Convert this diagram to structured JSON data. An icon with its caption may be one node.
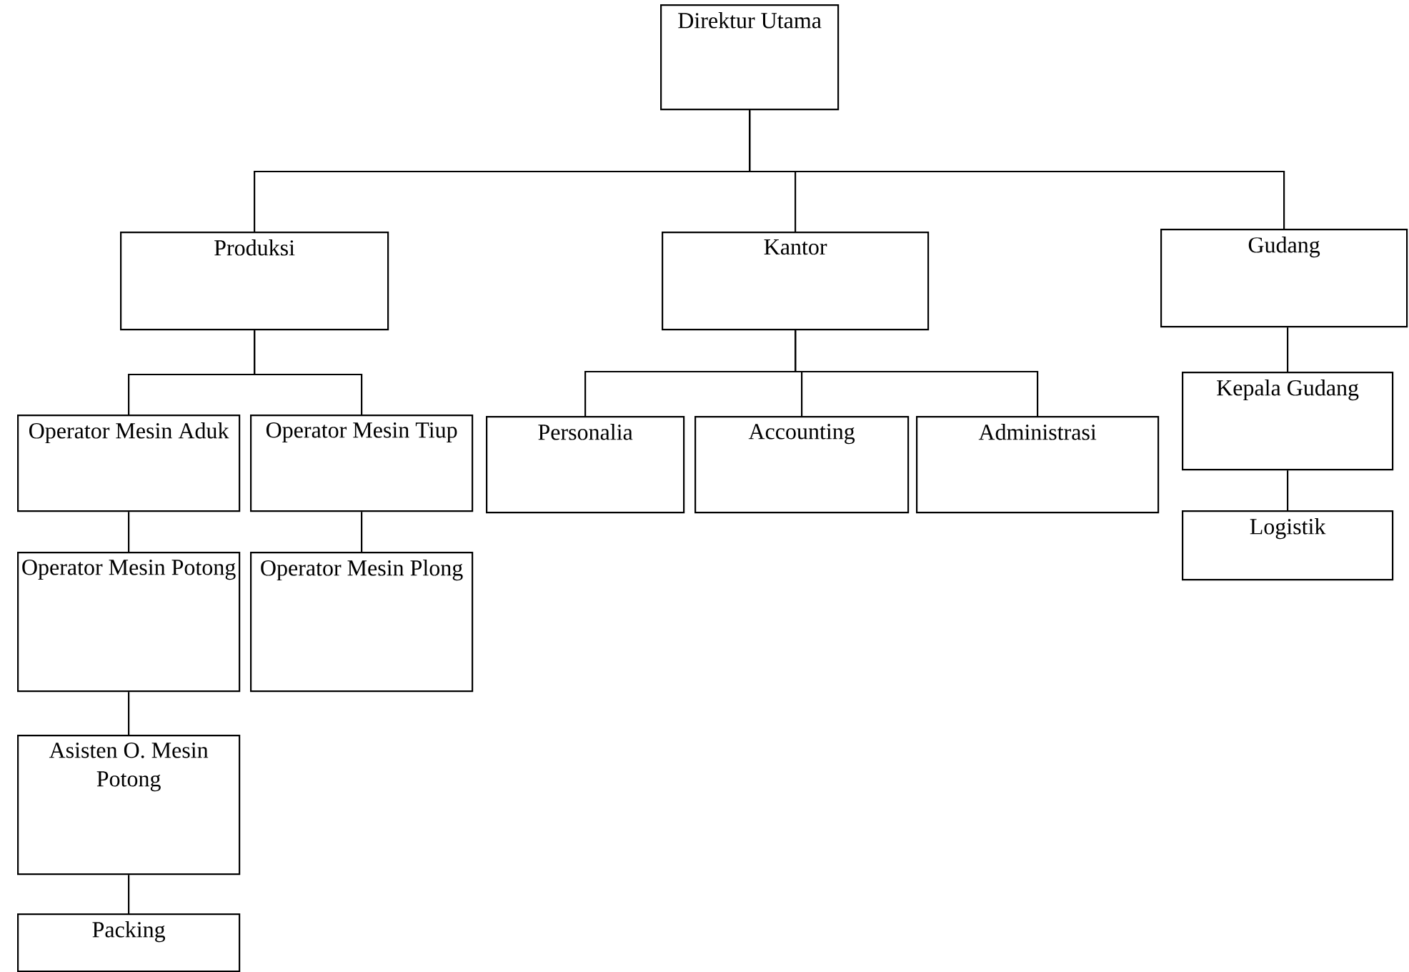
{
  "diagram": {
    "nodes": [
      {
        "text": [
          "Direktur Utama"
        ]
      },
      {
        "text": [
          "Produksi"
        ]
      },
      {
        "text": [
          "Kantor"
        ]
      },
      {
        "text": [
          "Gudang"
        ]
      },
      {
        "text": [
          "Operator Mesin Aduk"
        ]
      },
      {
        "text": [
          "Operator Mesin Tiup"
        ]
      },
      {
        "text": [
          "Personalia"
        ]
      },
      {
        "text": [
          "Accounting"
        ]
      },
      {
        "text": [
          "Administrasi"
        ]
      },
      {
        "text": [
          "Kepala Gudang"
        ]
      },
      {
        "text": [
          "Operator Mesin Potong"
        ]
      },
      {
        "text": [
          "Operator Mesin Plong"
        ]
      },
      {
        "text": [
          "Logistik"
        ]
      },
      {
        "text": [
          "Asisten O. Mesin Potong"
        ]
      },
      {
        "text": [
          "Packing"
        ]
      }
    ],
    "edges": [
      {
        "from": 0,
        "to": 1,
        "arrow": "none"
      },
      {
        "from": 0,
        "to": 2,
        "arrow": "none"
      },
      {
        "from": 0,
        "to": 3,
        "arrow": "none"
      },
      {
        "from": 1,
        "to": 4,
        "arrow": "none"
      },
      {
        "from": 1,
        "to": 5,
        "arrow": "none"
      },
      {
        "from": 2,
        "to": 6,
        "arrow": "none"
      },
      {
        "from": 2,
        "to": 7,
        "arrow": "none"
      },
      {
        "from": 2,
        "to": 8,
        "arrow": "none"
      },
      {
        "from": 3,
        "to": 9,
        "arrow": "none"
      },
      {
        "from": 4,
        "to": 10,
        "arrow": "none"
      },
      {
        "from": 5,
        "to": 11,
        "arrow": "none"
      },
      {
        "from": 9,
        "to": 12,
        "arrow": "none"
      },
      {
        "from": 10,
        "to": 13,
        "arrow": "none"
      },
      {
        "from": 13,
        "to": 14,
        "arrow": "none"
      }
    ]
  }
}
